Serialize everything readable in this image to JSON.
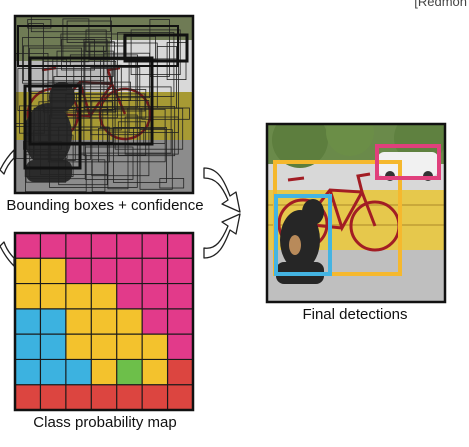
{
  "labels": {
    "corner": "[Redmon",
    "bbox": "Bounding boxes + confidence",
    "classmap": "Class probability map",
    "final": "Final detections"
  },
  "colors": {
    "pink": "#e23a8a",
    "yellow": "#f3c22d",
    "blue": "#3cb2e0",
    "green": "#6dbf4a",
    "red": "#dc4540",
    "detect_yellow": "#f5b82e",
    "detect_blue": "#44b4e2",
    "detect_pink": "#e0407c"
  },
  "class_grid": [
    [
      "pink",
      "pink",
      "pink",
      "pink",
      "pink",
      "pink",
      "pink"
    ],
    [
      "yellow",
      "yellow",
      "pink",
      "pink",
      "pink",
      "pink",
      "pink"
    ],
    [
      "yellow",
      "yellow",
      "yellow",
      "yellow",
      "pink",
      "pink",
      "pink"
    ],
    [
      "blue",
      "blue",
      "yellow",
      "yellow",
      "yellow",
      "pink",
      "pink"
    ],
    [
      "blue",
      "blue",
      "yellow",
      "yellow",
      "yellow",
      "yellow",
      "pink"
    ],
    [
      "blue",
      "blue",
      "blue",
      "yellow",
      "green",
      "yellow",
      "red"
    ],
    [
      "red",
      "red",
      "red",
      "red",
      "red",
      "red",
      "red"
    ]
  ],
  "detections": [
    {
      "name": "bicycle",
      "color": "#f5b82e"
    },
    {
      "name": "dog",
      "color": "#44b4e2"
    },
    {
      "name": "car",
      "color": "#e0407c"
    }
  ],
  "icons": [
    "curved-arrow-icon"
  ]
}
